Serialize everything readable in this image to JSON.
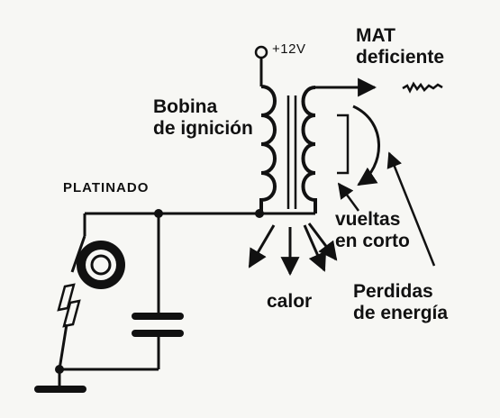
{
  "labels": {
    "supply": "+12V",
    "mat_line1": "MAT",
    "mat_line2": "deficiente",
    "coil_line1": "Bobina",
    "coil_line2": "de ignición",
    "breaker": "PLATINADO",
    "shorted_line1": "vueltas",
    "shorted_line2": "en corto",
    "heat": "calor",
    "losses_line1": "Perdidas",
    "losses_line2": "de energía"
  },
  "colors": {
    "ink": "#111111",
    "paper": "#f7f7f4"
  }
}
